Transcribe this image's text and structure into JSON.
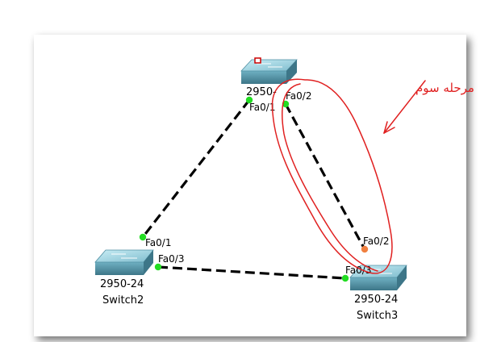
{
  "colors": {
    "link": "#000000",
    "port_up": "#22dd22",
    "port_blocking": "#f08040",
    "annotation": "#e02020",
    "switch_top": "#9fd6e4",
    "switch_side": "#4f8fa2"
  },
  "switches": [
    {
      "id": "switch1",
      "model": "2950-",
      "name": ""
    },
    {
      "id": "switch2",
      "model": "2950-24",
      "name": "Switch2"
    },
    {
      "id": "switch3",
      "model": "2950-24",
      "name": "Switch3"
    }
  ],
  "ports": {
    "s1_fa01": "Fa0/1",
    "s1_fa02": "Fa0/2",
    "s2_fa01": "Fa0/1",
    "s2_fa03": "Fa0/3",
    "s3_fa02": "Fa0/2",
    "s3_fa03": "Fa0/3"
  },
  "links": [
    {
      "from": "switch1",
      "from_port": "Fa0/1",
      "to": "switch2",
      "to_port": "Fa0/1",
      "from_status": "up",
      "to_status": "up"
    },
    {
      "from": "switch1",
      "from_port": "Fa0/2",
      "to": "switch3",
      "to_port": "Fa0/2",
      "from_status": "up",
      "to_status": "blocking"
    },
    {
      "from": "switch2",
      "from_port": "Fa0/3",
      "to": "switch3",
      "to_port": "Fa0/3",
      "from_status": "up",
      "to_status": "up"
    }
  ],
  "annotation": {
    "text": "مرحله سوم",
    "icon": "arrow-icon"
  }
}
